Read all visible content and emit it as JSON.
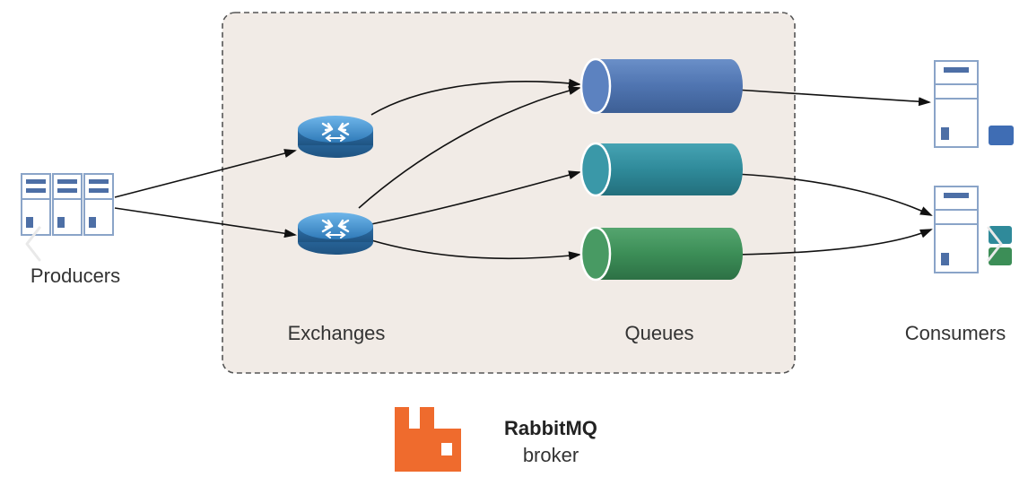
{
  "labels": {
    "producers": "Producers",
    "exchanges": "Exchanges",
    "queues": "Queues",
    "consumers": "Consumers"
  },
  "brand": {
    "name": "RabbitMQ",
    "subtitle": "broker"
  },
  "colors": {
    "broker_fill": "#f1ebe6",
    "broker_border": "#555555",
    "queue_blue": "#4f74b0",
    "queue_teal": "#2f8a9a",
    "queue_green": "#3c8e57",
    "exchange_blue": "#3d86c6",
    "icon_outline": "#8aa4c8",
    "rabbitmq_orange": "#ef6b2d"
  },
  "icons": {
    "producers": "server-rack-icon",
    "exchanges": "router-icon",
    "queues": "cylinder-queue-icon",
    "consumers": "server-icon",
    "brand": "rabbitmq-logo-icon"
  }
}
